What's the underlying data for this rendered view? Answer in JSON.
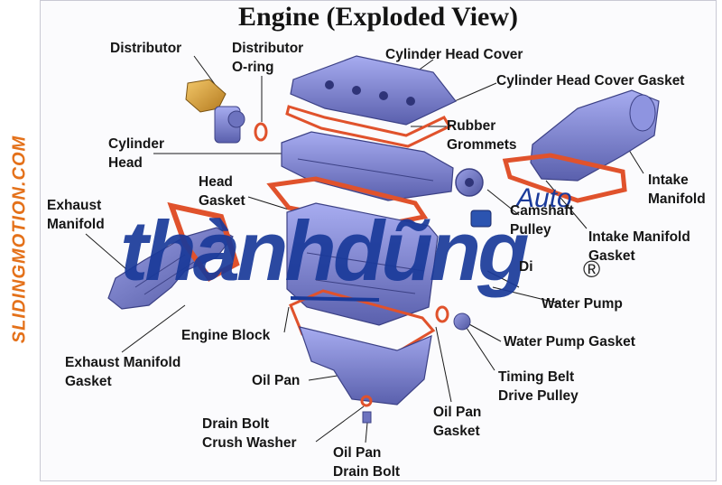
{
  "title": "Engine (Exploded View)",
  "side_watermark": "SLIDINGMOTION.COM",
  "overlay_logo": {
    "small_text": "Auto",
    "main_text": "thànhdũng",
    "mark": "®"
  },
  "labels": {
    "distributor": "Distributor",
    "distributor_oring": "Distributor\nO-ring",
    "cyl_head_cover": "Cylinder Head Cover",
    "cyl_head_cover_gasket": "Cylinder Head Cover Gasket",
    "rubber_grommets": "Rubber\nGrommets",
    "cylinder_head": "Cylinder\nHead",
    "intake_manifold": "Intake\nManifold",
    "head_gasket": "Head\nGasket",
    "exhaust_manifold": "Exhaust\nManifold",
    "camshaft_pulley": "Camshaft\nPulley",
    "intake_manifold_gasket": "Intake Manifold\nGasket",
    "distributor_partial": "Di",
    "water_pump": "Water Pump",
    "engine_block": "Engine Block",
    "water_pump_gasket": "Water Pump Gasket",
    "exhaust_manifold_gasket": "Exhaust Manifold\nGasket",
    "timing_belt_drive_pulley": "Timing Belt\nDrive Pulley",
    "oil_pan": "Oil Pan",
    "oil_pan_gasket": "Oil Pan\nGasket",
    "drain_bolt_crush_washer": "Drain Bolt\nCrush Washer",
    "oil_pan_drain_bolt": "Oil Pan\nDrain Bolt"
  },
  "colors": {
    "metal": "#7d85cf",
    "metal_dark": "#4d5298",
    "gasket": "#e0522c",
    "logo_blue": "#1a3a9a",
    "logo_dark": "#262626",
    "watermark": "#e4711a",
    "brass": "#d9a13a"
  }
}
